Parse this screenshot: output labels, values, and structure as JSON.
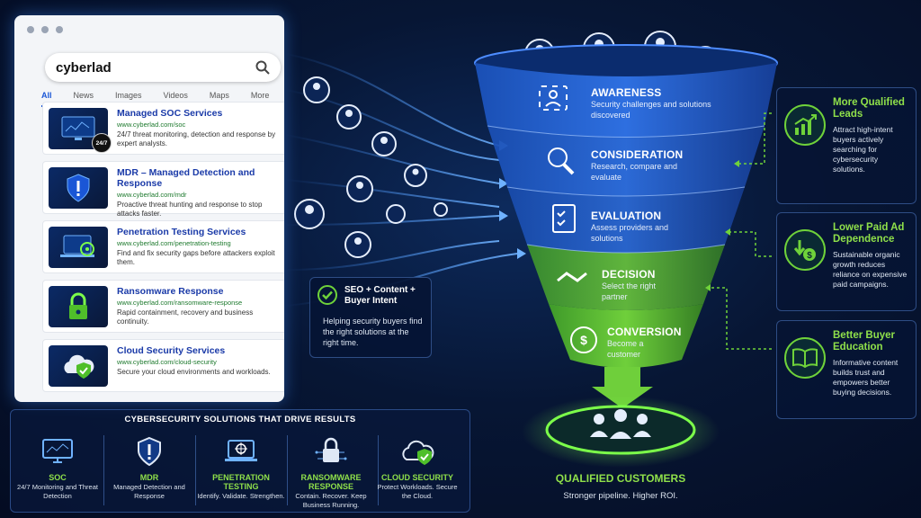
{
  "browser": {
    "search_query": "cyberlad",
    "tabs": [
      "All",
      "News",
      "Images",
      "Videos",
      "Maps",
      "More"
    ],
    "results": [
      {
        "title": "Managed SOC Services",
        "url": "www.cyberlad.com/soc",
        "desc": "24/7 threat monitoring, detection and response by expert analysts.",
        "badge": "24/7"
      },
      {
        "title": "MDR – Managed Detection and Response",
        "url": "www.cyberlad.com/mdr",
        "desc": "Proactive threat hunting and response to stop attacks faster."
      },
      {
        "title": "Penetration Testing Services",
        "url": "www.cyberlad.com/penetration-testing",
        "desc": "Find and fix security gaps before attackers exploit them."
      },
      {
        "title": "Ransomware Response",
        "url": "www.cyberlad.com/ransomware-response",
        "desc": "Rapid containment, recovery and business continuity."
      },
      {
        "title": "Cloud Security Services",
        "url": "www.cyberlad.com/cloud-security",
        "desc": "Secure your cloud environments and workloads."
      }
    ]
  },
  "solutions": {
    "title": "CYBERSECURITY SOLUTIONS THAT DRIVE RESULTS",
    "items": [
      {
        "name": "SOC",
        "desc": "24/7 Monitoring and Threat Detection"
      },
      {
        "name": "MDR",
        "desc": "Managed Detection and Response"
      },
      {
        "name": "PENETRATION TESTING",
        "desc": "Identify. Validate. Strengthen."
      },
      {
        "name": "RANSOMWARE RESPONSE",
        "desc": "Contain. Recover. Keep Business Running."
      },
      {
        "name": "CLOUD SECURITY",
        "desc": "Protect Workloads. Secure the Cloud."
      }
    ]
  },
  "seo_box": {
    "title": "SEO + Content + Buyer Intent",
    "desc": "Helping security buyers find the right solutions at the right time."
  },
  "funnel": {
    "stages": [
      {
        "title": "AWARENESS",
        "desc": "Security challenges and solutions discovered",
        "icon": "person-scan-icon"
      },
      {
        "title": "CONSIDERATION",
        "desc": "Research, compare and evaluate",
        "icon": "magnifier-icon"
      },
      {
        "title": "EVALUATION",
        "desc": "Assess providers and solutions",
        "icon": "checklist-icon"
      },
      {
        "title": "DECISION",
        "desc": "Select the right partner",
        "icon": "handshake-icon"
      },
      {
        "title": "CONVERSION",
        "desc": "Become a customer",
        "icon": "dollar-icon"
      }
    ],
    "result_title": "QUALIFIED CUSTOMERS",
    "result_desc": "Stronger pipeline. Higher ROI."
  },
  "callouts": [
    {
      "title": "More Qualified Leads",
      "desc": "Attract high-intent buyers actively searching for cybersecurity solutions.",
      "icon": "growth-chart-icon"
    },
    {
      "title": "Lower Paid Ad Dependence",
      "desc": "Sustainable organic growth reduces reliance on expensive paid campaigns.",
      "icon": "down-dollar-icon"
    },
    {
      "title": "Better Buyer Education",
      "desc": "Informative content builds trust and empowers better buying decisions.",
      "icon": "open-book-icon"
    }
  ],
  "colors": {
    "accent_green": "#8fe04a",
    "link_blue": "#1a3aa8",
    "url_green": "#1e7a2e"
  }
}
